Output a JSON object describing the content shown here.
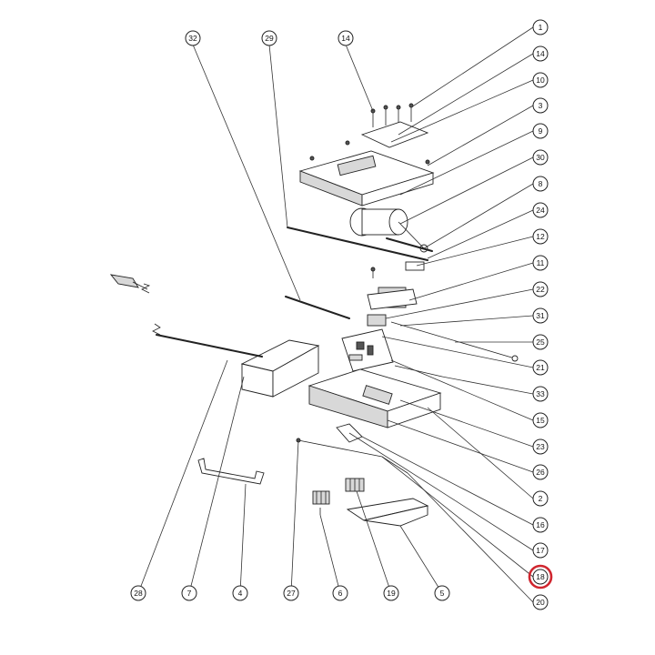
{
  "callouts": {
    "c32": "32",
    "c29": "29",
    "c14a": "14",
    "c1": "1",
    "c14b": "14",
    "c10": "10",
    "c3": "3",
    "c9": "9",
    "c30": "30",
    "c8": "8",
    "c24": "24",
    "c12": "12",
    "c11": "11",
    "c22": "22",
    "c31": "31",
    "c25": "25",
    "c21": "21",
    "c33": "33",
    "c15": "15",
    "c23": "23",
    "c26": "26",
    "c2": "2",
    "c16": "16",
    "c17": "17",
    "c18": "18",
    "c20": "20",
    "c28": "28",
    "c7": "7",
    "c4": "4",
    "c27": "27",
    "c6": "6",
    "c19": "19",
    "c5": "5"
  },
  "highlighted_callout": "18",
  "colors": {
    "highlight": "#d0262f",
    "ink": "#222222",
    "background": "#ffffff"
  }
}
